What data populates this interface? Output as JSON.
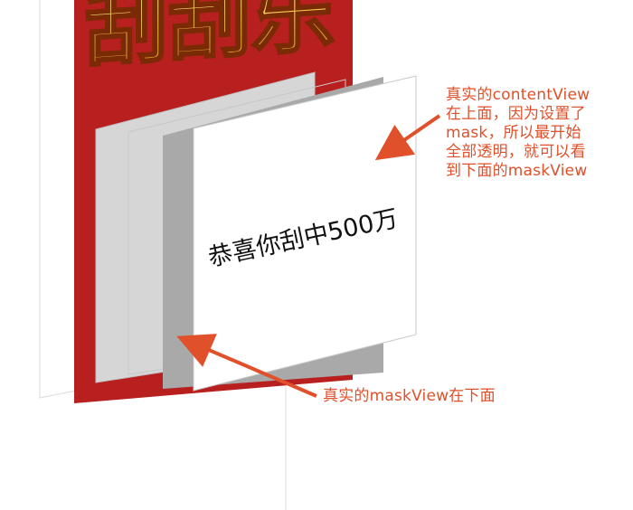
{
  "scratch_card": {
    "banner_text": "刮刮乐",
    "content_text": "恭喜你刮中500万"
  },
  "annotations": {
    "content_view_note": "真实的contentView\n在上面，因为设置了\nmask，所以最开始\n全部透明，就可以看\n到下面的maskView",
    "mask_view_note": "真实的maskView在下面"
  },
  "colors": {
    "banner_red": "#b7201f",
    "title_gold": "#f2c84b",
    "annotation_orange": "#e0502a",
    "mask_gray": "#a9a9a9",
    "panel_light_gray": "#d6d6d6"
  }
}
